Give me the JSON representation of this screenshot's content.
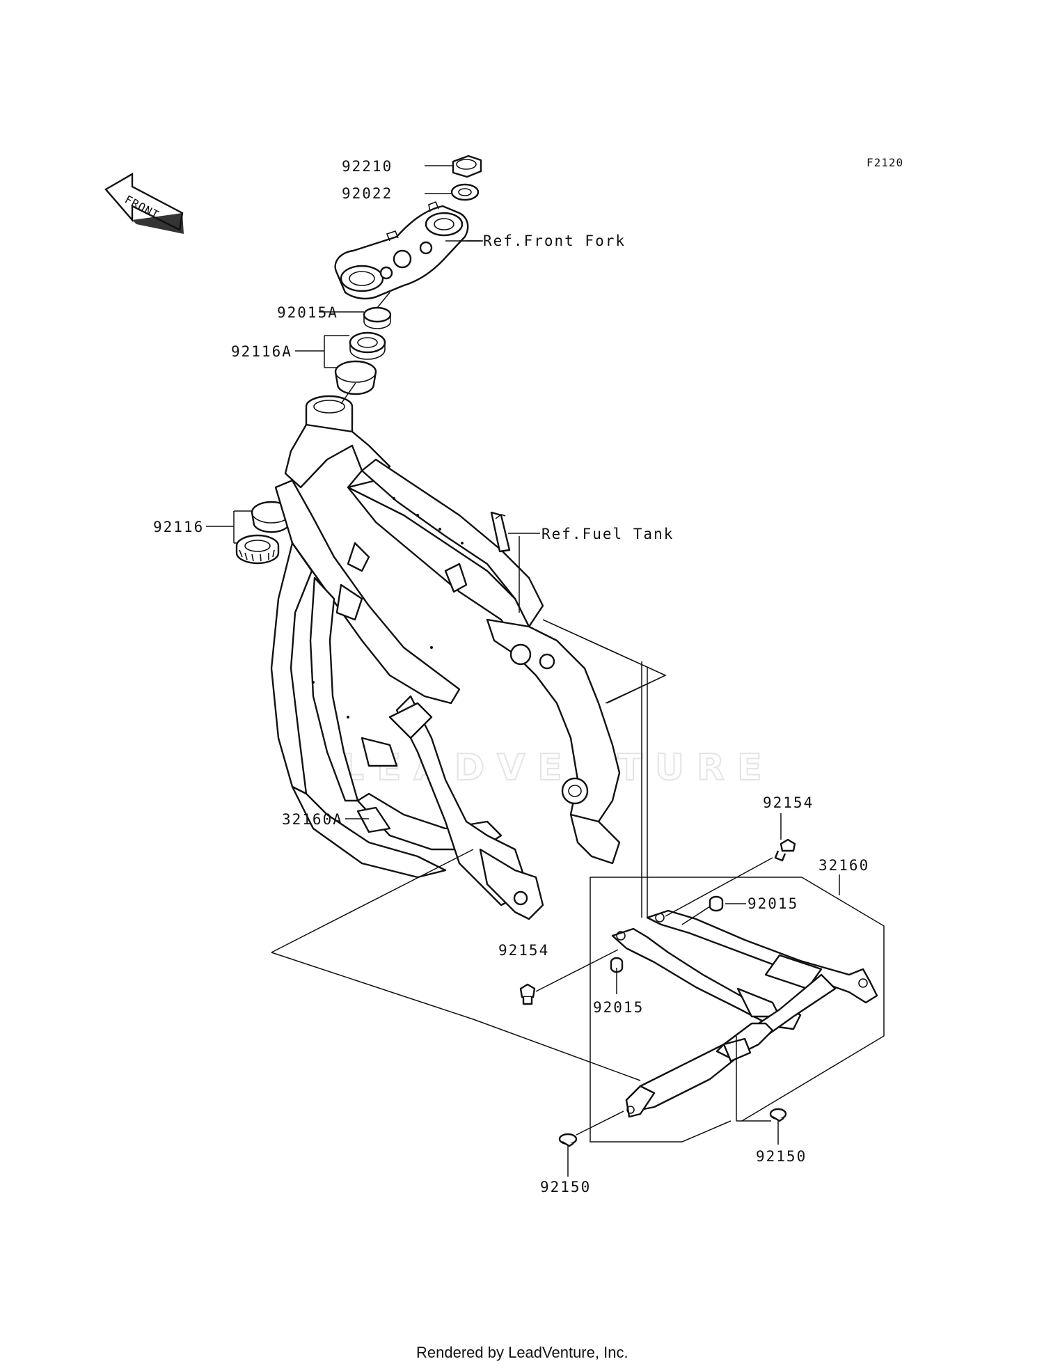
{
  "diagram": {
    "code": "F2120",
    "front_arrow_label": "FRONT",
    "watermark": "LEADVENTURE",
    "footer": "Rendered by LeadVenture, Inc."
  },
  "parts": [
    {
      "id": "p92210",
      "number": "92210"
    },
    {
      "id": "p92022",
      "number": "92022"
    },
    {
      "id": "p92015A",
      "number": "92015A"
    },
    {
      "id": "p92116A",
      "number": "92116A"
    },
    {
      "id": "p92116",
      "number": "92116"
    },
    {
      "id": "p32160A",
      "number": "32160A"
    },
    {
      "id": "p92154_top",
      "number": "92154"
    },
    {
      "id": "p32160",
      "number": "32160"
    },
    {
      "id": "p92015_right",
      "number": "92015"
    },
    {
      "id": "p92154_left",
      "number": "92154"
    },
    {
      "id": "p92015_mid",
      "number": "92015"
    },
    {
      "id": "p92150_right",
      "number": "92150"
    },
    {
      "id": "p92150_left",
      "number": "92150"
    }
  ],
  "references": [
    {
      "id": "ref_front_fork",
      "text": "Ref.Front Fork"
    },
    {
      "id": "ref_fuel_tank",
      "text": "Ref.Fuel Tank"
    }
  ]
}
